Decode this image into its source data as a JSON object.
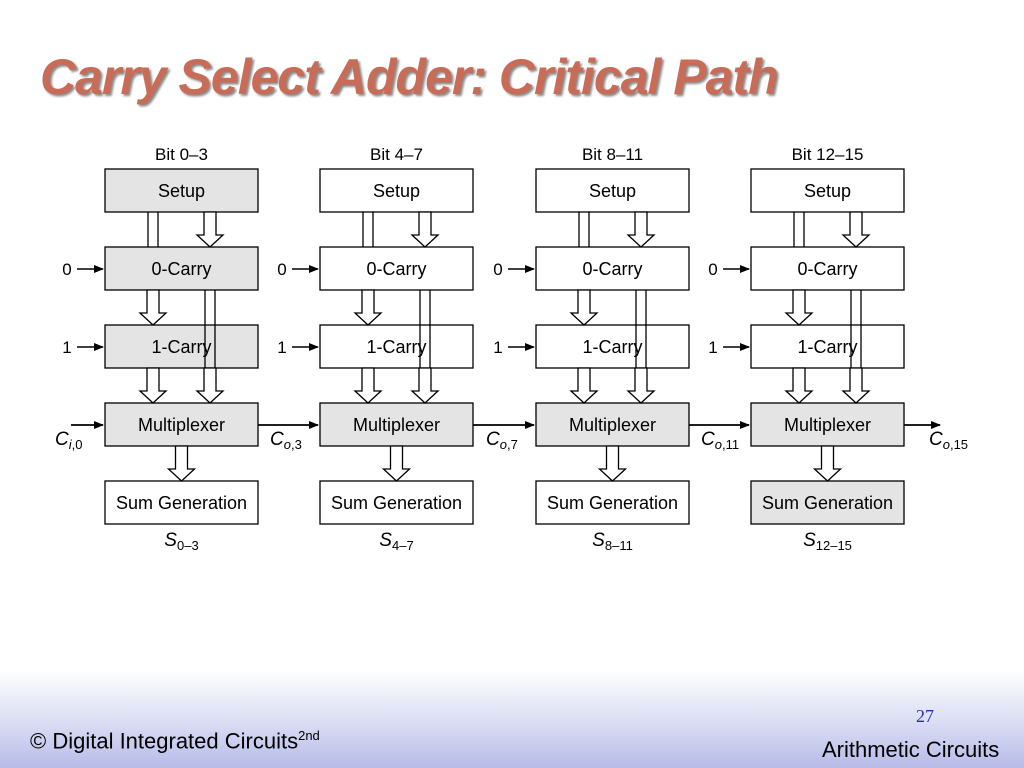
{
  "slide": {
    "title": "Carry Select Adder: Critical Path",
    "footer_left": "© Digital Integrated Circuits",
    "footer_left_sup": "2nd",
    "footer_right": "Arithmetic Circuits",
    "page_number": "27"
  },
  "colors": {
    "title": "#c86c58",
    "block_shaded": "#e4e4e4",
    "block_plain": "#ffffff",
    "page_number": "#2a2ab8"
  },
  "diagram": {
    "columns": [
      {
        "bit_label": "Bit 0–3",
        "setup": "Setup",
        "carry0": "0-Carry",
        "carry1": "1-Carry",
        "mux": "Multiplexer",
        "sum": "Sum Generation",
        "sum_out_main": "S",
        "sum_out_sub": "0–3",
        "carry0_in": "0",
        "carry1_in": "1",
        "carry_in_main": "C",
        "carry_in_italic_sub": "i",
        "carry_in_sub": ",0",
        "shaded": {
          "setup": true,
          "carry0": true,
          "carry1": true,
          "mux": true,
          "sum": false
        }
      },
      {
        "bit_label": "Bit 4–7",
        "setup": "Setup",
        "carry0": "0-Carry",
        "carry1": "1-Carry",
        "mux": "Multiplexer",
        "sum": "Sum Generation",
        "sum_out_main": "S",
        "sum_out_sub": "4–7",
        "carry0_in": "0",
        "carry1_in": "1",
        "carry_in_main": "C",
        "carry_in_italic_sub": "o",
        "carry_in_sub": ",3",
        "shaded": {
          "setup": false,
          "carry0": false,
          "carry1": false,
          "mux": true,
          "sum": false
        }
      },
      {
        "bit_label": "Bit 8–11",
        "setup": "Setup",
        "carry0": "0-Carry",
        "carry1": "1-Carry",
        "mux": "Multiplexer",
        "sum": "Sum Generation",
        "sum_out_main": "S",
        "sum_out_sub": "8–11",
        "carry0_in": "0",
        "carry1_in": "1",
        "carry_in_main": "C",
        "carry_in_italic_sub": "o",
        "carry_in_sub": ",7",
        "shaded": {
          "setup": false,
          "carry0": false,
          "carry1": false,
          "mux": true,
          "sum": false
        }
      },
      {
        "bit_label": "Bit 12–15",
        "setup": "Setup",
        "carry0": "0-Carry",
        "carry1": "1-Carry",
        "mux": "Multiplexer",
        "sum": "Sum Generation",
        "sum_out_main": "S",
        "sum_out_sub": "12–15",
        "carry0_in": "0",
        "carry1_in": "1",
        "carry_in_main": "C",
        "carry_in_italic_sub": "o",
        "carry_in_sub": ",11",
        "shaded": {
          "setup": false,
          "carry0": false,
          "carry1": false,
          "mux": true,
          "sum": true
        }
      }
    ],
    "carry_out": {
      "main": "C",
      "italic_sub": "o",
      "sub": ",15"
    }
  }
}
